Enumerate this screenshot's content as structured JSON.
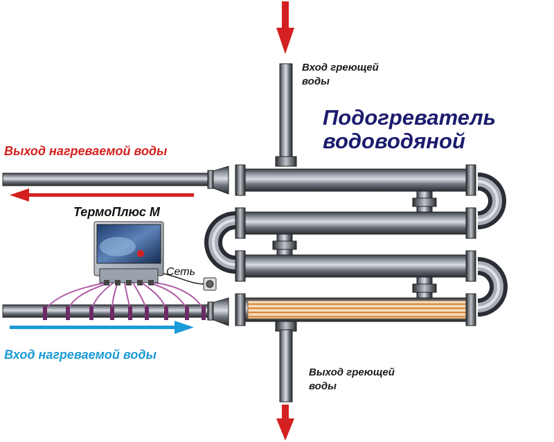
{
  "title": {
    "line1": "Подогреватель",
    "line2": "водоводяной",
    "color": "#1b1b6e"
  },
  "labels": {
    "heating_in_line1": "Вход греющей",
    "heating_in_line2": "воды",
    "heating_out_line1": "Выход греющей",
    "heating_out_line2": "воды",
    "heated_out": "Выход нагреваемой воды",
    "heated_in": "Вход нагреваемой воды",
    "device": "ТермоПлюс М",
    "network": "Сеть"
  },
  "colors": {
    "hot_arrow": "#d42020",
    "cold_label": "#1a9ad6",
    "hot_label": "#d42020",
    "pipe": "#555a62",
    "cable": "#b05aa6",
    "heat_tubes": "#e08a3a"
  }
}
